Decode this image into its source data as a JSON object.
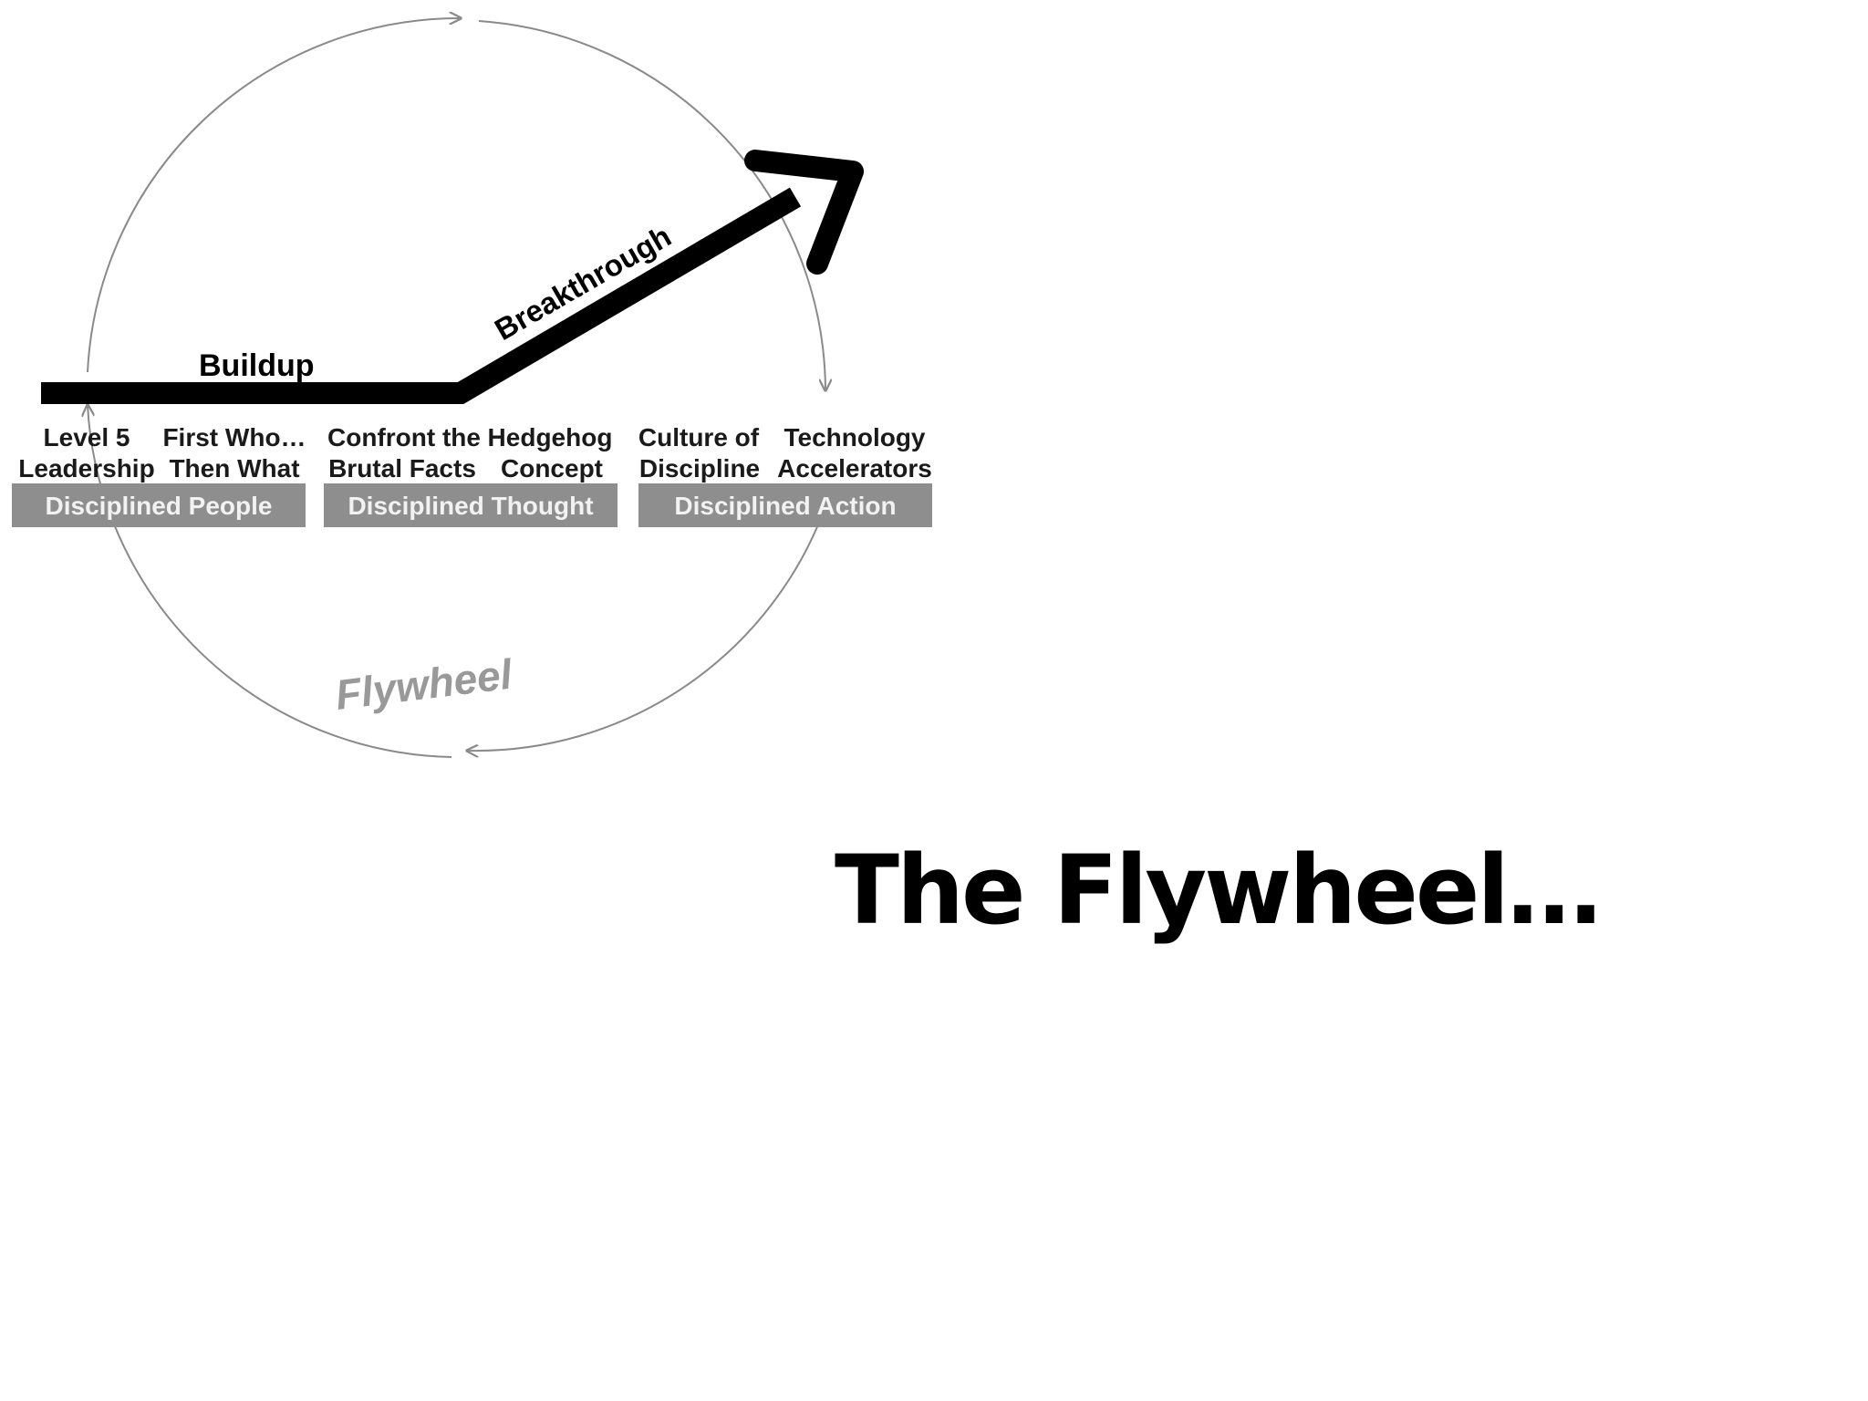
{
  "diagram": {
    "buildup_label": "Buildup",
    "breakthrough_label": "Breakthrough",
    "flywheel_label": "Flywheel",
    "items": [
      {
        "line1": "Level 5",
        "line2": "Leadership"
      },
      {
        "line1": "First Who…",
        "line2": "Then What"
      },
      {
        "line1": "Confront the",
        "line2": "Brutal Facts"
      },
      {
        "line1": "Hedgehog",
        "line2": "Concept"
      },
      {
        "line1": "Culture of",
        "line2": "Discipline"
      },
      {
        "line1": "Technology",
        "line2": "Accelerators"
      }
    ],
    "categories": [
      {
        "label": "Disciplined People"
      },
      {
        "label": "Disciplined Thought"
      },
      {
        "label": "Disciplined Action"
      }
    ],
    "colors": {
      "arrow": "#000000",
      "circle": "#8a8a8a",
      "category_fill": "#8e8e8e",
      "category_text": "#f2f2f2",
      "item_text": "#1a1a1a",
      "flywheel_text": "#999999"
    }
  },
  "title": "The Flywheel…"
}
